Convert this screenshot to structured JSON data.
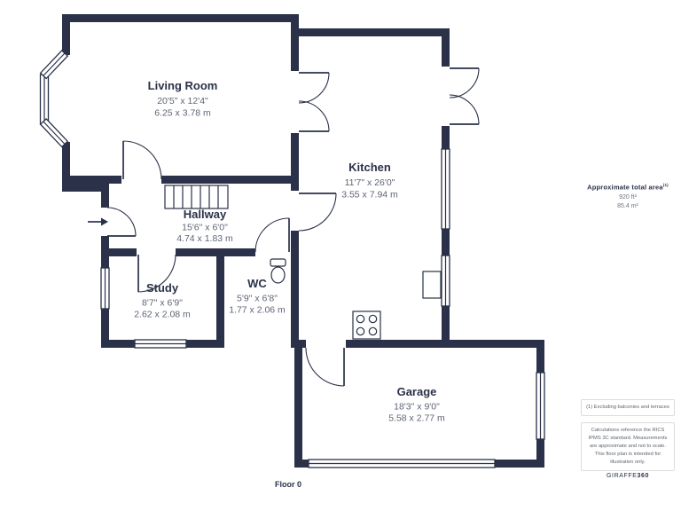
{
  "colors": {
    "wall": "#2a3148",
    "room_name_text": "#2a3148",
    "dimension_text": "#5f6575"
  },
  "floorplan": {
    "floor_label": "Floor 0",
    "rooms": [
      {
        "name": "Living Room",
        "dims_imperial": "20'5\" x 12'4\"",
        "dims_metric": "6.25 x 3.78 m"
      },
      {
        "name": "Kitchen",
        "dims_imperial": "11'7\" x 26'0\"",
        "dims_metric": "3.55 x 7.94 m"
      },
      {
        "name": "Hallway",
        "dims_imperial": "15'6\" x 6'0\"",
        "dims_metric": "4.74 x 1.83 m"
      },
      {
        "name": "Study",
        "dims_imperial": "8'7\" x 6'9\"",
        "dims_metric": "2.62 x 2.08 m"
      },
      {
        "name": "WC",
        "dims_imperial": "5'9\" x 6'8\"",
        "dims_metric": "1.77 x 2.06 m"
      },
      {
        "name": "Garage",
        "dims_imperial": "18'3\" x 9'0\"",
        "dims_metric": "5.58 x 2.77 m"
      }
    ]
  },
  "sidebar": {
    "area_title": "Approximate total area",
    "area_sup": "(1)",
    "area_imperial": "920 ft²",
    "area_metric": "85.4 m²",
    "footnote": "(1) Excluding balconies and terraces",
    "disclaimer": "Calculations reference the RICS IPMS 3C standard. Measurements are approximate and not to scale. This floor plan is intended for illustration only.",
    "brand_name": "GIRAFFE",
    "brand_suffix": "360"
  }
}
